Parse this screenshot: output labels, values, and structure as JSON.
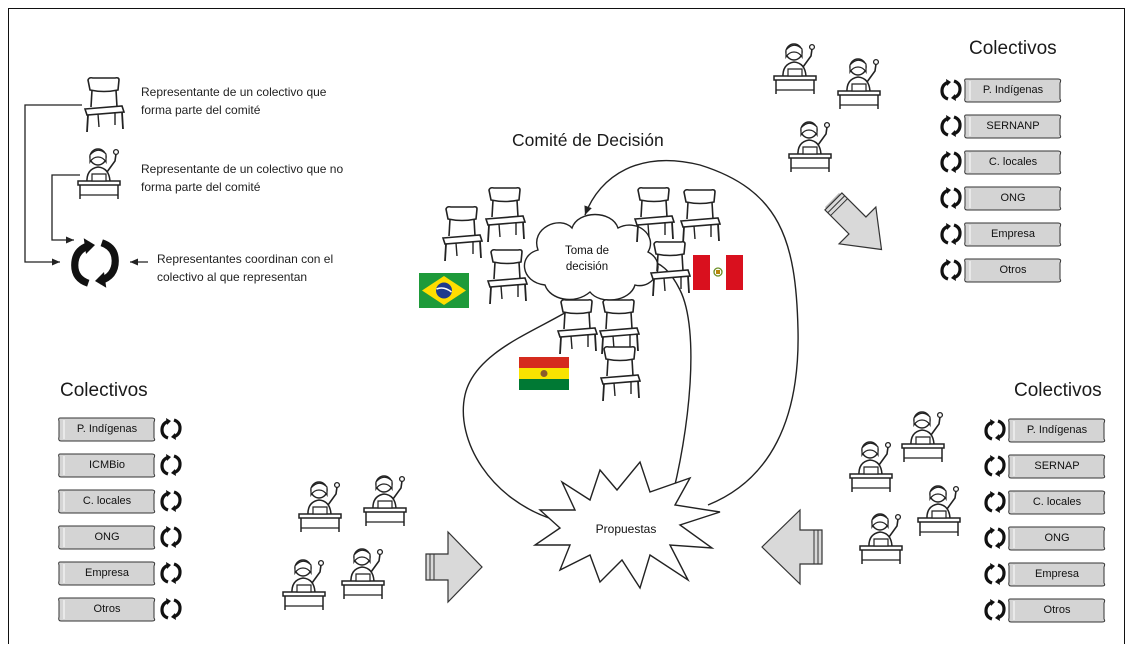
{
  "legend": {
    "chair_text": "Representante de un colectivo que forma parte del comité",
    "person_text": "Representante de un colectivo que no forma parte del comité",
    "rotate_text": "Representantes coordinan con el colectivo al que representan"
  },
  "center": {
    "title": "Comité de Decisión",
    "cloud_label": "Toma de decisión",
    "burst_label": "Propuestas"
  },
  "groups": {
    "top_right": {
      "title": "Colectivos",
      "items": [
        "P. Indígenas",
        "SERNANP",
        "C. locales",
        "ONG",
        "Empresa",
        "Otros"
      ]
    },
    "left": {
      "title": "Colectivos",
      "items": [
        "P. Indígenas",
        "ICMBio",
        "C. locales",
        "ONG",
        "Empresa",
        "Otros"
      ]
    },
    "bottom_right": {
      "title": "Colectivos",
      "items": [
        "P. Indígenas",
        "SERNAP",
        "C. locales",
        "ONG",
        "Empresa",
        "Otros"
      ]
    }
  },
  "colors": {
    "tag_fill": "#d4d4d4",
    "arrow_fill": "#d9d9d9",
    "stroke": "#222222",
    "brazil_green": "#1e9a3a",
    "brazil_yellow": "#ffdd00",
    "brazil_blue": "#1e3a8c",
    "peru_red": "#d9101e",
    "bolivia_red": "#d52b1e",
    "bolivia_yellow": "#f9e300",
    "bolivia_green": "#007934"
  },
  "icons": {
    "chair": "chair-icon",
    "person": "person-raising-hand-icon",
    "rotate": "rotate-arrows-icon",
    "flag_br": "brazil-flag-icon",
    "flag_pe": "peru-flag-icon",
    "flag_bo": "bolivia-flag-icon"
  }
}
